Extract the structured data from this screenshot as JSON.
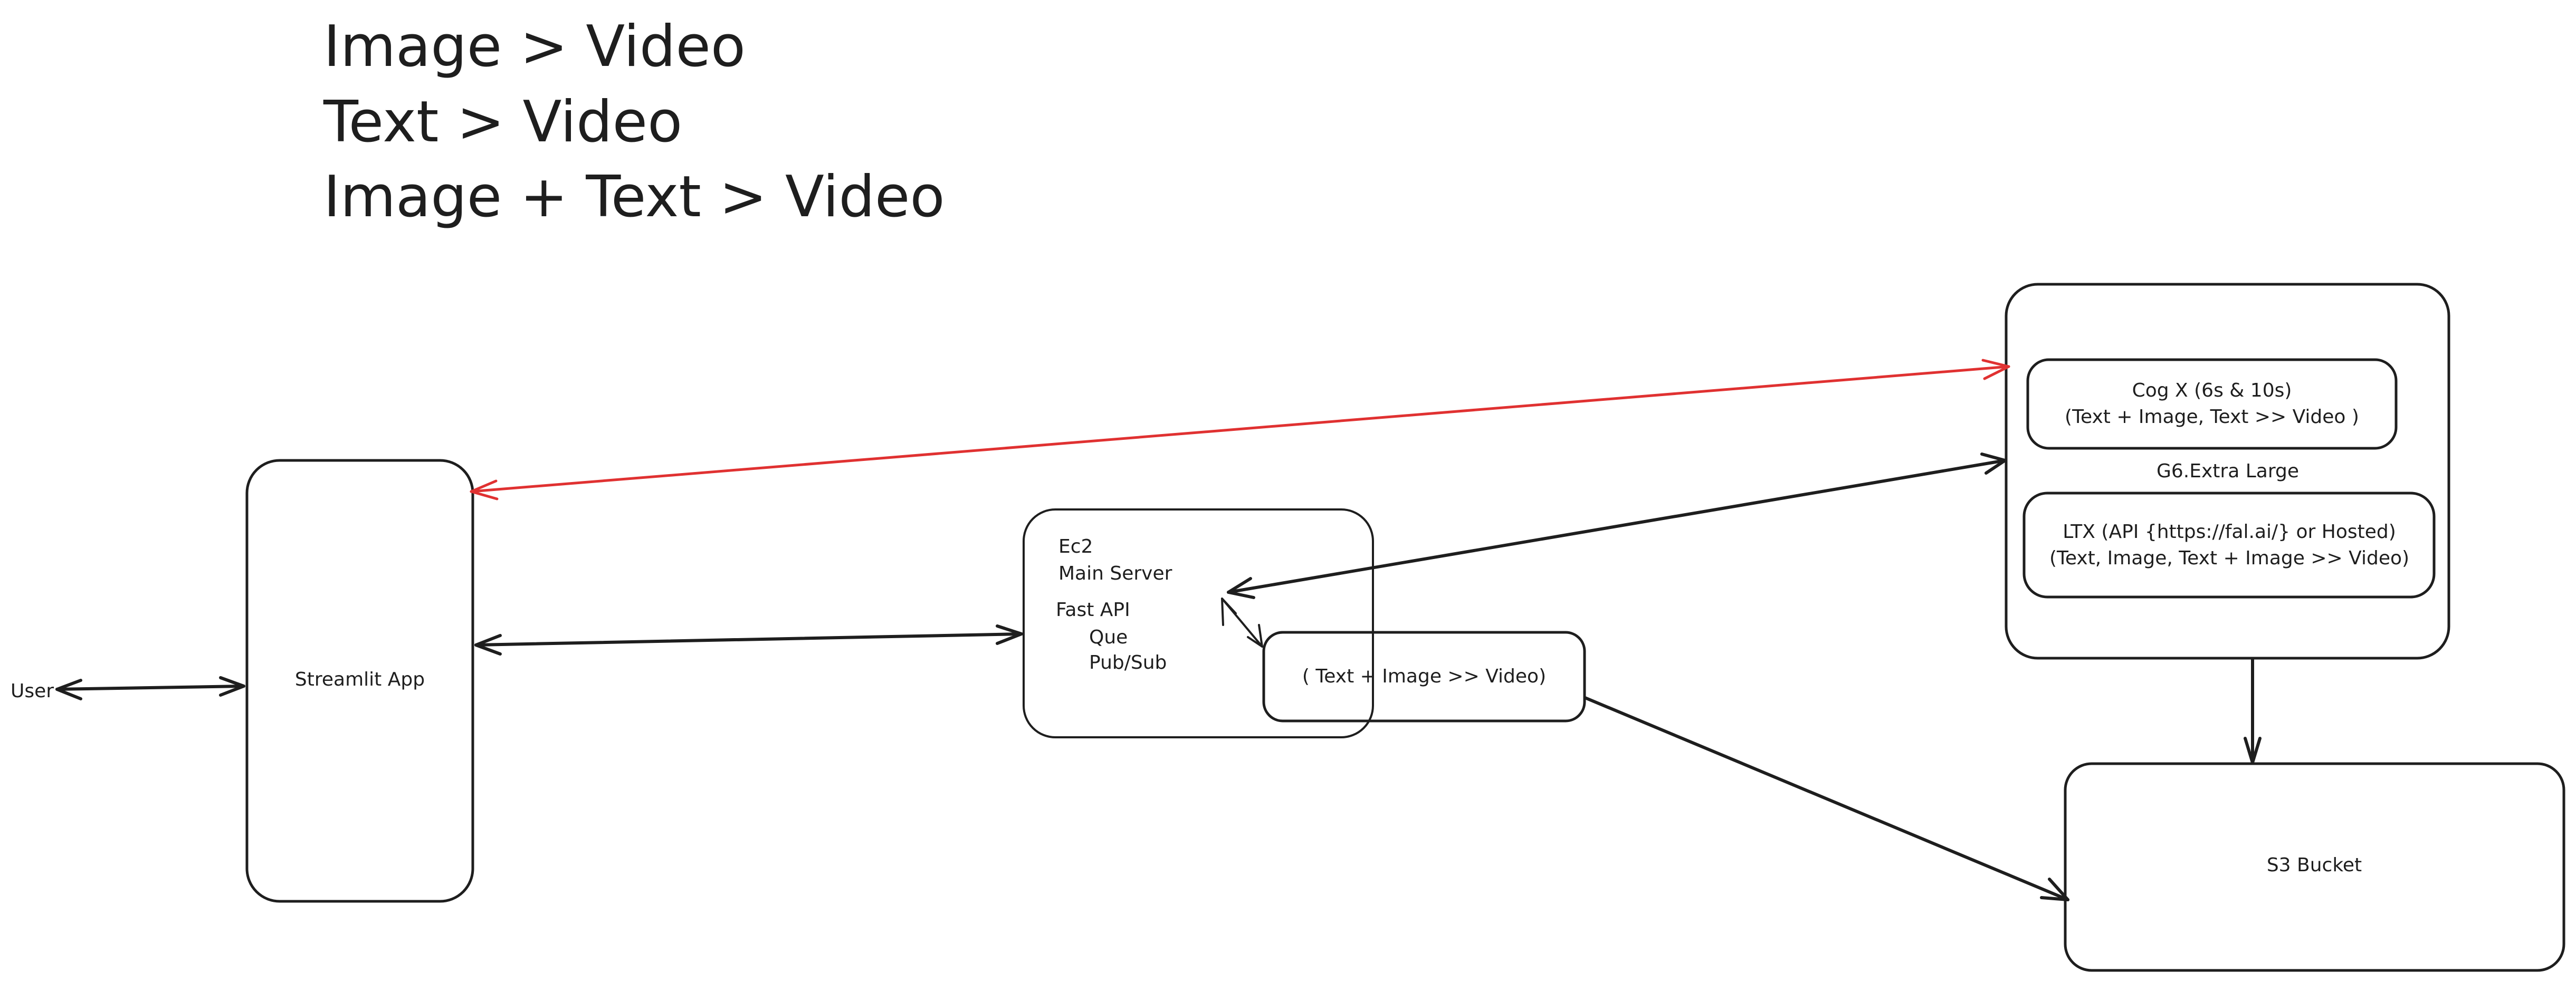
{
  "canvas": {
    "background": "#ffffff",
    "stroke_color": "#1e1e1e",
    "accent_color": "#e03131"
  },
  "heading": {
    "lines": [
      "Image > Video",
      "Text > Video",
      "Image + Text > Video"
    ]
  },
  "nodes": {
    "user": {
      "label": "User"
    },
    "streamlit": {
      "label": "Streamlit App"
    },
    "ec2": {
      "lines": [
        "Ec2",
        "Main Server",
        "Fast API",
        "Que",
        "Pub/Sub"
      ]
    },
    "text_image_worker": {
      "label": "( Text + Image >> Video)"
    },
    "g6": {
      "label": "G6.Extra Large",
      "cog": {
        "line1": "Cog X (6s & 10s)",
        "line2": "(Text + Image, Text >> Video )"
      },
      "ltx": {
        "line1": "LTX (API {https://fal.ai/} or Hosted)",
        "line2": "(Text, Image, Text + Image >> Video)"
      }
    },
    "s3": {
      "label": "S3 Bucket"
    }
  },
  "edges": [
    {
      "from": "user",
      "to": "streamlit",
      "bidirectional": true,
      "color": "#1e1e1e"
    },
    {
      "from": "streamlit",
      "to": "ec2",
      "bidirectional": true,
      "color": "#1e1e1e"
    },
    {
      "from": "streamlit",
      "to": "g6",
      "bidirectional": true,
      "color": "#e03131"
    },
    {
      "from": "ec2",
      "to": "g6",
      "bidirectional": true,
      "color": "#1e1e1e"
    },
    {
      "from": "ec2",
      "to": "text_image_worker",
      "bidirectional": true,
      "color": "#1e1e1e"
    },
    {
      "from": "text_image_worker",
      "to": "s3",
      "bidirectional": false,
      "color": "#1e1e1e"
    },
    {
      "from": "g6",
      "to": "s3",
      "bidirectional": false,
      "color": "#1e1e1e"
    }
  ]
}
